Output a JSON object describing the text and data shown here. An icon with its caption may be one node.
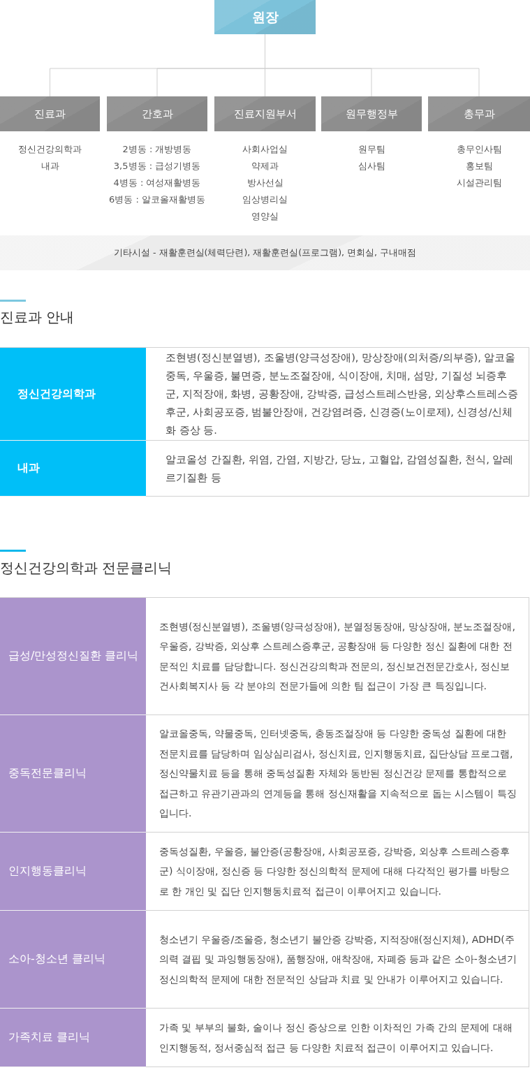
{
  "diagram": {
    "nodes": [
      {
        "text": [
          "원장"
        ]
      },
      {
        "text": [
          "진료과"
        ],
        "beside": [
          "정신건강의학과",
          "내과"
        ]
      },
      {
        "text": [
          "간호과"
        ],
        "beside": [
          "2병동 : 개방병동",
          "3,5병동 : 급성기병동",
          "4병동 : 여성재활병동",
          "6병동 : 알코올재활병동"
        ]
      },
      {
        "text": [
          "진료지원부서"
        ],
        "beside": [
          "사회사업실",
          "약제과",
          "방사선실",
          "임상병리실",
          "영양실"
        ]
      },
      {
        "text": [
          "원무행정부"
        ],
        "beside": [
          "원무팀",
          "심사팀"
        ]
      },
      {
        "text": [
          "총무과"
        ],
        "beside": [
          "총무인사팀",
          "홍보팀",
          "시설관리팀"
        ]
      },
      {
        "text": [
          "기타시설 - 재활훈련실(체력단련), 재활훈련실(프로그램), 면회실, 구내매점"
        ]
      }
    ],
    "edges": [
      {
        "from": 0,
        "to": 1,
        "arrow": "none"
      },
      {
        "from": 0,
        "to": 2,
        "arrow": "none"
      },
      {
        "from": 0,
        "to": 3,
        "arrow": "none"
      },
      {
        "from": 0,
        "to": 4,
        "arrow": "none"
      },
      {
        "from": 0,
        "to": 5,
        "arrow": "none"
      }
    ],
    "labels": [
      "진료과 안내",
      "정신건강의학과",
      "조현병(정신분열병), 조울병(양극성장애), 망상장애(의처증/의부증), 알코올중독, 우울증, 불면증, 분노조절장애, 식이장애, 치매, 섬망, 기질성 뇌증후군, 지적장애, 화병, 공황장애, 강박증, 급성스트레스반응, 외상후스트레스증후군, 사회공포증, 범불안장애, 건강염려증, 신경증(노이로제), 신경성/신체화 증상 등.",
      "내과",
      "알코올성 간질환, 위염, 간염, 지방간, 당뇨, 고혈압, 감염성질환, 천식, 알레르기질환 등",
      "정신건강의학과 전문클리닉",
      "급성/만성정신질환 클리닉",
      "조현병(정신분열병), 조울병(양극성장애), 분열정동장애, 망상장애, 분노조절장애, 우울증, 강박증, 외상후 스트레스증후군, 공황장애 등 다양한 정신 질환에 대한 전문적인 치료를 담당합니다. 정신건강의학과 전문의, 정신보건전문간호사, 정신보건사회복지사 등 각 분야의 전문가들에 의한 팀 접근이 가장 큰 특징입니다.",
      "중독전문클리닉",
      "알코올중독, 약물중독, 인터넷중독, 충동조절장애 등 다양한 중독성 질환에 대한 전문치료를 담당하며 임상심리검사, 정신치료, 인지행동치료, 집단상담 프로그램, 정신약물치료 등을 통해 중독성질환 자체와 동반된 정신건강 문제를 통합적으로 접근하고 유관기관과의 연계등을 통해 정신재활을 지속적으로 돕는 시스템이 특징입니다.",
      "인지행동클리닉",
      "중독성질환, 우울증, 불안증(공황장애, 사회공포증, 강박증, 외상후 스트레스증후군) 식이장애, 정신증 등 다양한 정신의학적 문제에 대해 다각적인 평가를 바탕으로 한 개인 및 집단 인지행동치료적 접근이 이루어지고 있습니다.",
      "소아-청소년 클리닉",
      "청소년기 우울증/조울증, 청소년기 불안증 강박증, 지적장애(정신지체), ADHD(주의력 결핍 및 과잉행동장애), 품행장애, 애착장애, 자폐증 등과 같은 소아-청소년기 정신의학적 문제에 대한 전문적인 상담과 치료 및 안내가 이루어지고 있습니다.",
      "가족치료 클리닉",
      "가족 및 부부의 불화, 술이나 정신 증상으로 인한 이차적인 가족 간의 문제에 대해 인지행동적, 정서중심적 접근 등 다양한 치료적 접근이 이루어지고 있습니다."
    ]
  }
}
